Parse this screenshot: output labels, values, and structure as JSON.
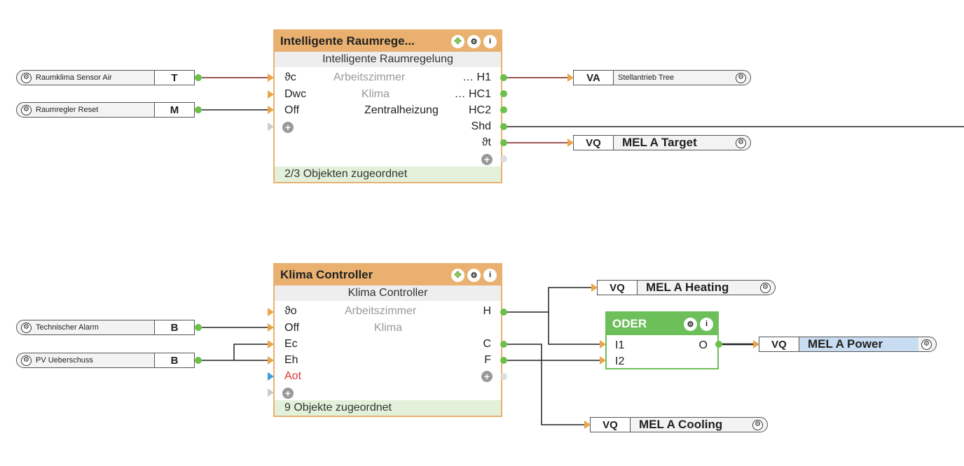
{
  "block1": {
    "title": "Intelligente Raumrege...",
    "subtitle": "Intelligente Raumregelung",
    "inputs": [
      "ϑc",
      "Dwc",
      "Off"
    ],
    "middle": [
      "Arbeitszimmer",
      "Klima",
      "Zentralheizung"
    ],
    "outputs": [
      "… H1",
      "… HC1",
      "HC2",
      "Shd",
      "ϑt"
    ],
    "footer": "2/3 Objekten zugeordnet",
    "icons": [
      "move-icon",
      "gear-icon",
      "info-icon"
    ]
  },
  "block2": {
    "title": "Klima Controller",
    "subtitle": "Klima Controller",
    "inputs": [
      "ϑo",
      "Off",
      "Ec",
      "Eh",
      "Aot"
    ],
    "middle": [
      "Arbeitszimmer",
      "Klima"
    ],
    "outputs": [
      "H",
      "C",
      "F"
    ],
    "footer": "9 Objekte zugeordnet",
    "icons": [
      "move-icon",
      "gear-icon",
      "info-icon"
    ]
  },
  "oder": {
    "title": "ODER",
    "inputs": [
      "I1",
      "I2"
    ],
    "output": "O"
  },
  "input_tags": [
    {
      "name": "Raumklima Sensor Air",
      "code": "T"
    },
    {
      "name": "Raumregler Reset",
      "code": "M"
    },
    {
      "name": "Technischer Alarm",
      "code": "B"
    },
    {
      "name": "PV Ueberschuss",
      "code": "B"
    }
  ],
  "output_tags": [
    {
      "code": "VA",
      "name": "Stellantrieb Tree"
    },
    {
      "code": "VQ",
      "name": "MEL A Target"
    },
    {
      "code": "VQ",
      "name": "MEL A Heating"
    },
    {
      "code": "VQ",
      "name": "MEL A Power"
    },
    {
      "code": "VQ",
      "name": "MEL A Cooling"
    }
  ],
  "colors": {
    "block_header": "#e9b070",
    "oder_header": "#6dbf5a",
    "connector": "#6cc04a",
    "wire_dark": "#7a1c1c",
    "selected": "#c8dcf2"
  }
}
